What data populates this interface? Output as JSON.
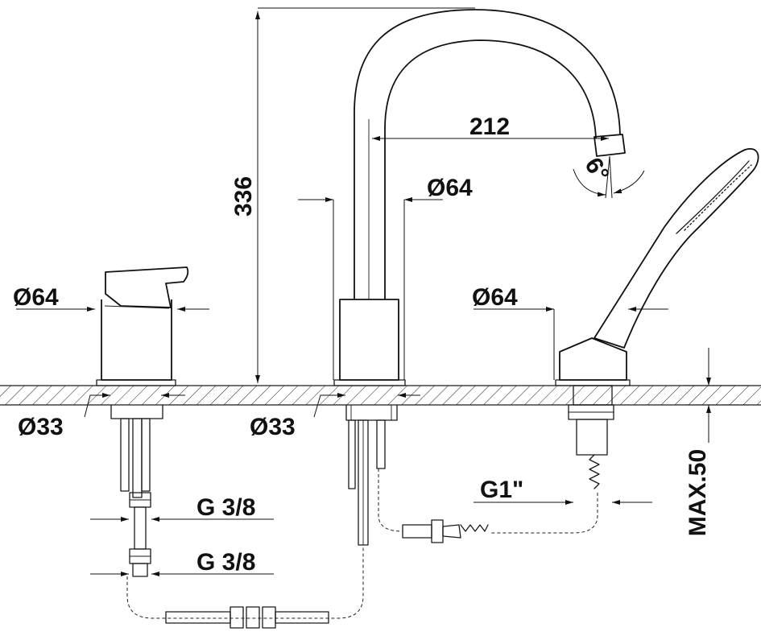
{
  "dimensions": {
    "height_total": "336",
    "spout_reach": "212",
    "spout_angle": "6°",
    "diameter_spout_body": "Ø64",
    "diameter_mixer": "Ø64",
    "diameter_shower_holder": "Ø64",
    "diameter_hole_mixer": "Ø33",
    "diameter_hole_spout": "Ø33",
    "thread_upper": "G 3/8",
    "thread_lower": "G 3/8",
    "thread_shower": "G1\"",
    "max_deck_thickness": "MAX.50"
  }
}
